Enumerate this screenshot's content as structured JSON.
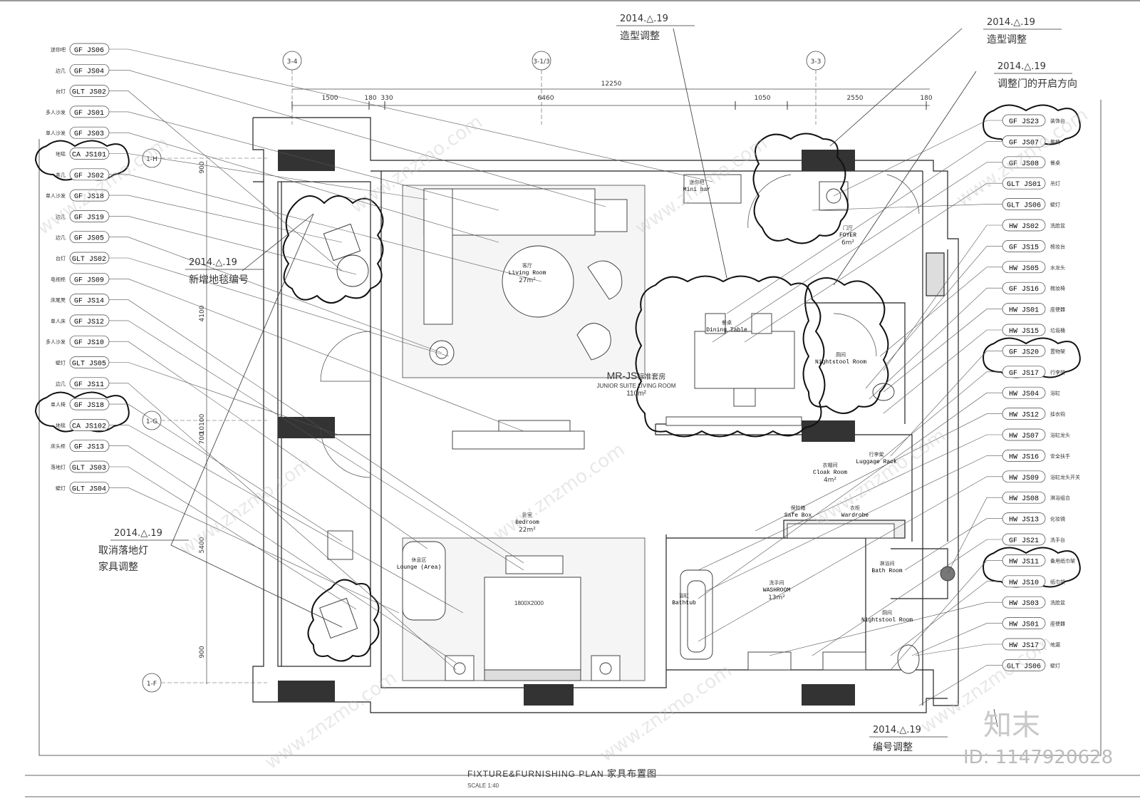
{
  "title": {
    "en": "FIXTURE&FURNISHING PLAN",
    "cn": "家具布置图",
    "scale": "SCALE   1:40"
  },
  "room_title": {
    "code": "MR-JS",
    "cn": "标准套房",
    "en": "JUNIOR SUITE LIVING ROOM",
    "area": "110m²"
  },
  "left_tags": [
    {
      "cn": "迷你吧",
      "code": "GF JS06"
    },
    {
      "cn": "边几",
      "code": "GF JS04"
    },
    {
      "cn": "台灯",
      "code": "GLT JS02"
    },
    {
      "cn": "多人沙发",
      "code": "GF JS01"
    },
    {
      "cn": "单人沙发",
      "code": "GF JS03"
    },
    {
      "cn": "地毯",
      "code": "CA JS101"
    },
    {
      "cn": "茶几",
      "code": "GF JS02"
    },
    {
      "cn": "单人沙发",
      "code": "GF JS18"
    },
    {
      "cn": "边几",
      "code": "GF JS19"
    },
    {
      "cn": "边几",
      "code": "GF JS05"
    },
    {
      "cn": "台灯",
      "code": "GLT JS02"
    },
    {
      "cn": "电视柜",
      "code": "GF JS09"
    },
    {
      "cn": "床尾凳",
      "code": "GF JS14"
    },
    {
      "cn": "单人床",
      "code": "GF JS12"
    },
    {
      "cn": "多人沙发",
      "code": "GF JS10"
    },
    {
      "cn": "壁灯",
      "code": "GLT JS05"
    },
    {
      "cn": "边几",
      "code": "GF JS11"
    },
    {
      "cn": "单人椅",
      "code": "GF JS18"
    },
    {
      "cn": "地毯",
      "code": "CA JS102"
    },
    {
      "cn": "床头柜",
      "code": "GF JS13"
    },
    {
      "cn": "落地灯",
      "code": "GLT JS03"
    },
    {
      "cn": "壁灯",
      "code": "GLT JS04"
    }
  ],
  "right_tags": [
    {
      "cn": "装饰台",
      "code": "GF JS23"
    },
    {
      "cn": "餐椅",
      "code": "GF JS07"
    },
    {
      "cn": "餐桌",
      "code": "GF JS08"
    },
    {
      "cn": "吊灯",
      "code": "GLT JS01"
    },
    {
      "cn": "壁灯",
      "code": "GLT JS06"
    },
    {
      "cn": "洗脸盆",
      "code": "HW JS02"
    },
    {
      "cn": "梳妆台",
      "code": "GF JS15"
    },
    {
      "cn": "水龙头",
      "code": "HW JS05"
    },
    {
      "cn": "梳妆椅",
      "code": "GF JS16"
    },
    {
      "cn": "座便器",
      "code": "HW JS01"
    },
    {
      "cn": "垃圾桶",
      "code": "HW JS15"
    },
    {
      "cn": "置物架",
      "code": "GF JS20"
    },
    {
      "cn": "行李架",
      "code": "GF JS17"
    },
    {
      "cn": "浴缸",
      "code": "HW JS04"
    },
    {
      "cn": "挂衣钩",
      "code": "HW JS12"
    },
    {
      "cn": "浴缸龙头",
      "code": "HW JS07"
    },
    {
      "cn": "安全扶手",
      "code": "HW JS16"
    },
    {
      "cn": "浴缸龙头开关",
      "code": "HW JS09"
    },
    {
      "cn": "淋浴组合",
      "code": "HW JS08"
    },
    {
      "cn": "化妆镜",
      "code": "HW JS13"
    },
    {
      "cn": "洗手台",
      "code": "GF JS21"
    },
    {
      "cn": "备用纸巾架",
      "code": "HW JS11"
    },
    {
      "cn": "纸巾架",
      "code": "HW JS10"
    },
    {
      "cn": "洗脸盆",
      "code": "HW JS03"
    },
    {
      "cn": "座便器",
      "code": "HW JS01"
    },
    {
      "cn": "地漏",
      "code": "HW JS17"
    },
    {
      "cn": "壁灯",
      "code": "GLT JS06"
    }
  ],
  "revisions": [
    {
      "date": "2014.",
      "mark": "△",
      "day": ".19",
      "note": "造型调整"
    },
    {
      "date": "2014.",
      "mark": "△",
      "day": ".19",
      "note": "造型调整"
    },
    {
      "date": "2014.",
      "mark": "△",
      "day": ".19",
      "note": "调整门的开启方向"
    },
    {
      "date": "2014.",
      "mark": "△",
      "day": ".19",
      "note": "新增地毯编号"
    },
    {
      "date": "2014.",
      "mark": "△",
      "day": ".19",
      "note1": "取消落地灯",
      "note2": "家具调整"
    },
    {
      "date": "2014.",
      "mark": "△",
      "day": ".19",
      "note": "编号调整"
    }
  ],
  "axes_top": [
    "3-4",
    "3-1/3",
    "3-3"
  ],
  "axes_left": [
    "1-H",
    "1-G",
    "1-F"
  ],
  "dims_top": {
    "total": "12250",
    "segments": [
      "1500",
      "180",
      "330",
      "6460",
      "1050",
      "2550",
      "180"
    ]
  },
  "dims_left": [
    "900",
    "4100",
    "10100",
    "700",
    "5400",
    "900"
  ],
  "rooms": [
    {
      "cn": "客厅",
      "en": "Living Room",
      "area": "27m²"
    },
    {
      "cn": "卧室",
      "en": "Bedroom",
      "area": "22m²"
    },
    {
      "cn": "休息区",
      "en": "Lounge (Area)"
    },
    {
      "cn": "门厅",
      "en": "FOYER",
      "area": "6m²"
    },
    {
      "cn": "餐桌",
      "en": "Dining Table"
    },
    {
      "cn": "厕间",
      "en": "Nightstool Room"
    },
    {
      "cn": "衣帽间",
      "en": "Cloak Room",
      "area": "4m²"
    },
    {
      "cn": "行李架",
      "en": "Luggage Rack"
    },
    {
      "cn": "保险箱",
      "en": "Safe Box"
    },
    {
      "cn": "衣柜",
      "en": "Wardrobe"
    },
    {
      "cn": "淋浴间",
      "en": "Bath Room"
    },
    {
      "cn": "洗手间",
      "en": "WASHROOM",
      "area": "13m²"
    },
    {
      "cn": "浴缸",
      "en": "Bathtub"
    },
    {
      "cn": "厕间",
      "en": "Nightstool Room"
    },
    {
      "cn": "迷你吧",
      "en": "Mini bar"
    }
  ],
  "bed_size": "1800X2000",
  "watermark": {
    "text": "www.znzmo.com",
    "logo": "知末",
    "id": "ID: 1147920628"
  }
}
